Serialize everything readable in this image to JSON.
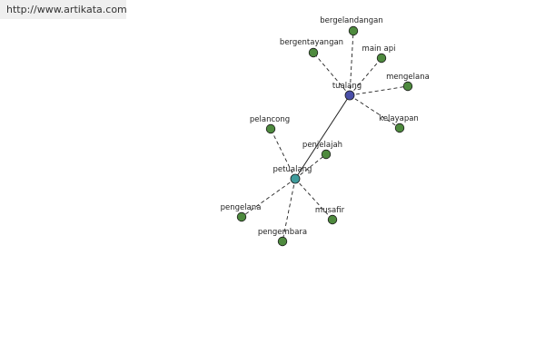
{
  "header": {
    "url": "http://www.artikata.com"
  },
  "colors": {
    "leaf_node": "#4e8a3e",
    "hub_tualang": "#4a4fa8",
    "hub_petualang": "#3f9c9c",
    "edge": "#222222"
  },
  "graph": {
    "hubs": [
      {
        "id": "tualang",
        "label": "tualang"
      },
      {
        "id": "petualang",
        "label": "petualang"
      }
    ],
    "leaves": [
      {
        "id": "bergelandangan",
        "label": "bergelandangan",
        "hub": "tualang"
      },
      {
        "id": "bergentayangan",
        "label": "bergentayangan",
        "hub": "tualang"
      },
      {
        "id": "main-api",
        "label": "main api",
        "hub": "tualang"
      },
      {
        "id": "mengelana",
        "label": "mengelana",
        "hub": "tualang"
      },
      {
        "id": "kelayapan",
        "label": "kelayapan",
        "hub": "tualang"
      },
      {
        "id": "pelancong",
        "label": "pelancong",
        "hub": "petualang"
      },
      {
        "id": "penjelajah",
        "label": "penjelajah",
        "hub": "petualang"
      },
      {
        "id": "pengelana",
        "label": "pengelana",
        "hub": "petualang"
      },
      {
        "id": "musafir",
        "label": "musafir",
        "hub": "petualang"
      },
      {
        "id": "pengembara",
        "label": "pengembara",
        "hub": "petualang"
      }
    ],
    "links": [
      {
        "from": "tualang",
        "to": "petualang"
      }
    ]
  }
}
